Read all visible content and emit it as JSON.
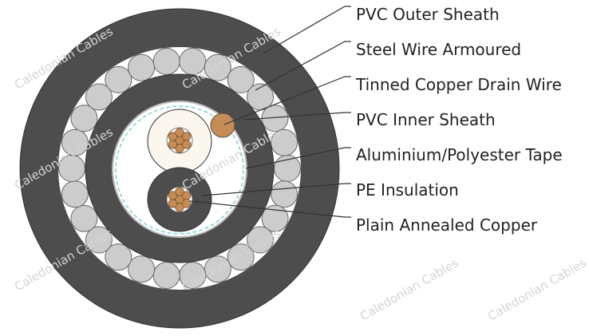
{
  "watermark": "Caledonian Cables",
  "labels": [
    "PVC Outer Sheath",
    "Steel Wire Armoured",
    "Tinned Copper Drain Wire",
    "PVC Inner Sheath",
    "Aluminium/Polyester Tape",
    "PE Insulation",
    "Plain Annealed Copper"
  ],
  "colors": {
    "sheath": "#4d4d4d",
    "armour": "#cccccc",
    "copper": "#c68c55",
    "insulation_light": "#fbf7ee",
    "tape": "#3bbfc4"
  }
}
